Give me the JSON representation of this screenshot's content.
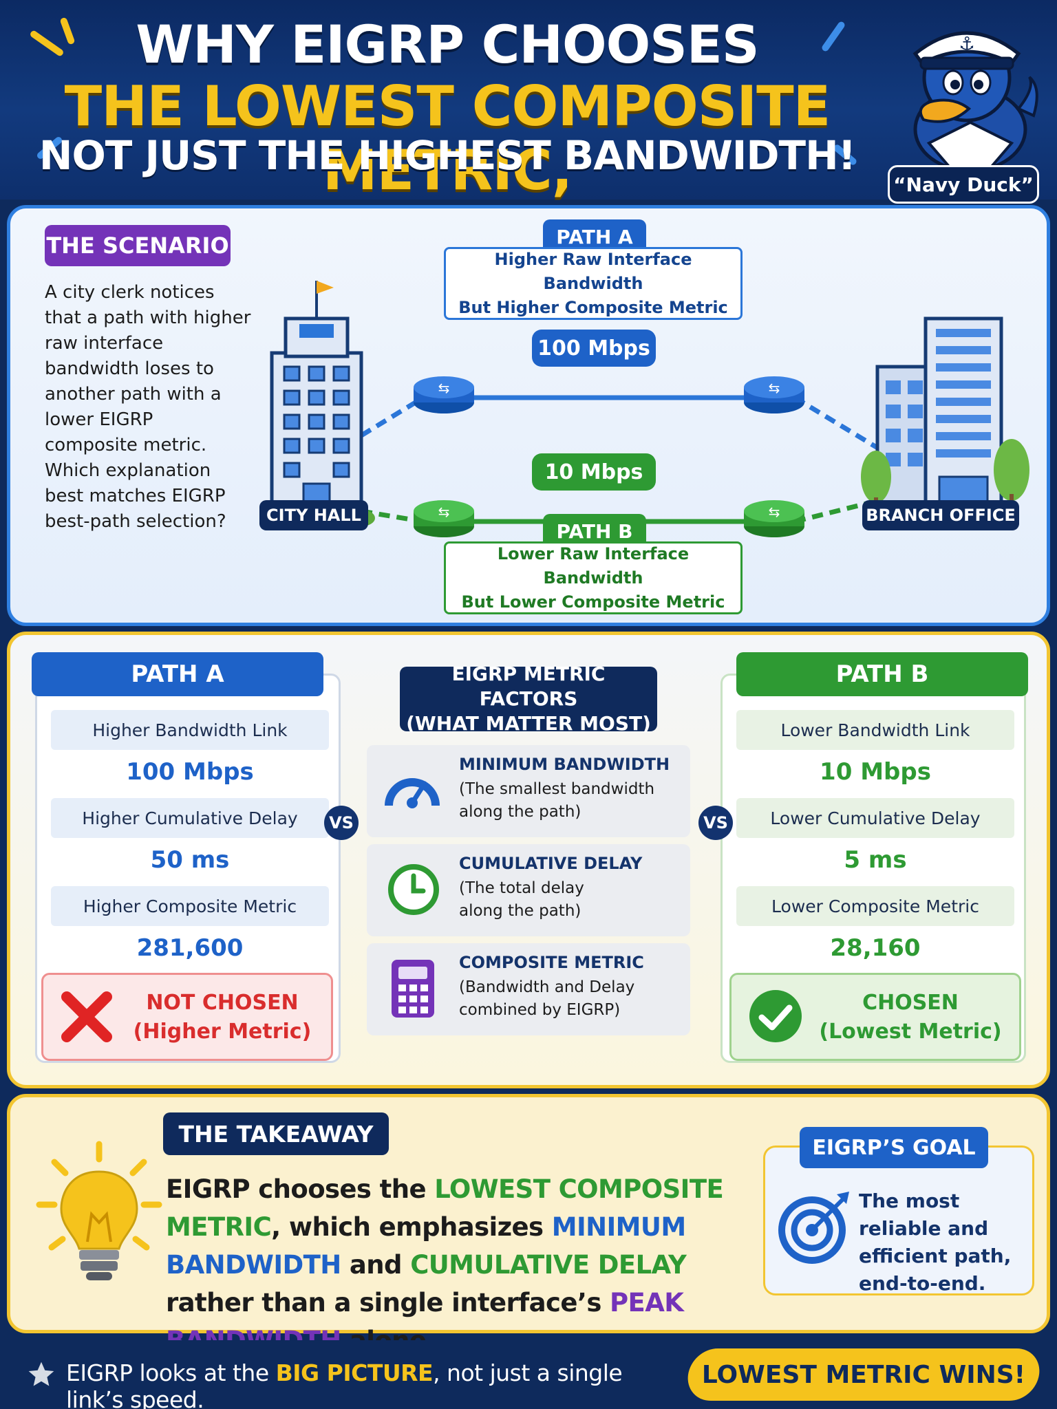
{
  "header": {
    "line1": "WHY EIGRP CHOOSES",
    "line2": "THE LOWEST COMPOSITE METRIC,",
    "line3": "NOT JUST THE HIGHEST BANDWIDTH!",
    "mascot_label": "“Navy Duck”"
  },
  "scenario": {
    "title": "THE SCENARIO",
    "text": "A city clerk notices that a path with higher raw interface bandwidth loses to another path with a lower EIGRP composite metric. Which explanation best matches EIGRP best-path selection?",
    "city_hall": "CITY HALL",
    "branch_office": "BRANCH OFFICE",
    "path_a": {
      "label": "PATH A",
      "desc_line1": "Higher Raw Interface Bandwidth",
      "desc_line2": "But Higher Composite Metric",
      "speed": "100 Mbps"
    },
    "path_b": {
      "label": "PATH B",
      "desc_line1": "Lower Raw Interface Bandwidth",
      "desc_line2": "But Lower Composite Metric",
      "speed": "10 Mbps"
    }
  },
  "comparison": {
    "path_a": {
      "header": "PATH A",
      "bandwidth_label": "Higher Bandwidth Link",
      "bandwidth_value": "100 Mbps",
      "delay_label": "Higher Cumulative Delay",
      "delay_value": "50 ms",
      "metric_label": "Higher Composite Metric",
      "metric_value": "281,600",
      "result_line1": "NOT CHOSEN",
      "result_line2": "(Higher Metric)"
    },
    "path_b": {
      "header": "PATH B",
      "bandwidth_label": "Lower Bandwidth Link",
      "bandwidth_value": "10 Mbps",
      "delay_label": "Lower Cumulative Delay",
      "delay_value": "5 ms",
      "metric_label": "Lower Composite Metric",
      "metric_value": "28,160",
      "result_line1": "CHOSEN",
      "result_line2": "(Lowest Metric)"
    },
    "vs": "VS",
    "factors": {
      "title_line1": "EIGRP METRIC FACTORS",
      "title_line2": "(WHAT MATTER MOST)",
      "items": [
        {
          "title": "MINIMUM BANDWIDTH",
          "desc_line1": "(The smallest bandwidth",
          "desc_line2": "along the path)",
          "icon": "speedometer-icon"
        },
        {
          "title": "CUMULATIVE DELAY",
          "desc_line1": "(The total delay",
          "desc_line2": "along the path)",
          "icon": "clock-icon"
        },
        {
          "title": "COMPOSITE METRIC",
          "desc_line1": "(Bandwidth and Delay",
          "desc_line2": "combined by EIGRP)",
          "icon": "calculator-icon"
        }
      ]
    }
  },
  "takeaway": {
    "title": "THE TAKEAWAY",
    "t1": "EIGRP chooses the ",
    "h1": "LOWEST COMPOSITE METRIC",
    "t2": ", which emphasizes ",
    "h2": "MINIMUM BANDWIDTH",
    "t3": " and ",
    "h3": "CUMULATIVE DELAY",
    "t4": " rather than a single interface’s ",
    "h4": "PEAK BANDWIDTH",
    "t5": " alone.",
    "goal_title": "EIGRP’S GOAL",
    "goal_text": "The most reliable and efficient path, end-to-end."
  },
  "footer": {
    "t1": "EIGRP looks at the ",
    "h1": "BIG PICTURE",
    "t2": ", not just a single link’s speed.",
    "badge": "LOWEST METRIC WINS!"
  },
  "colors": {
    "navy": "#0e2a5c",
    "blue": "#1e62c8",
    "green": "#2e9a33",
    "gold": "#f5c31c",
    "purple": "#7433b8",
    "red": "#d92d2d"
  }
}
